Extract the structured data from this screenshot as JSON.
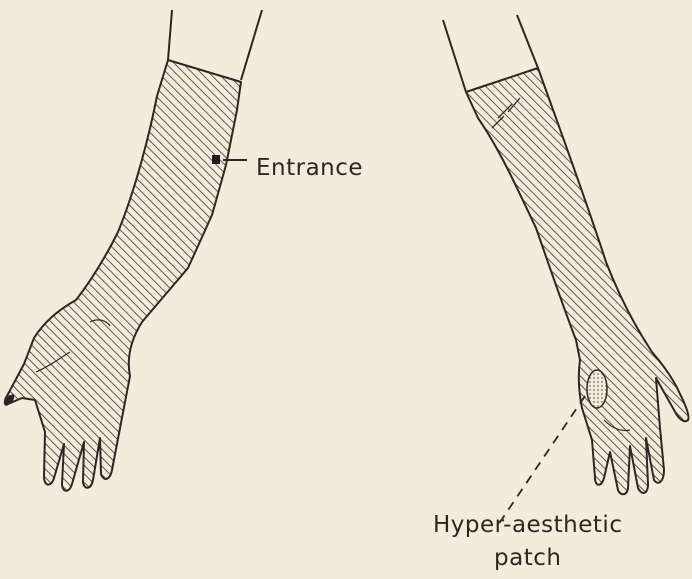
{
  "labels": {
    "entrance": "Entrance",
    "hyper_aesthetic": "Hyper-aesthetic",
    "patch": "patch"
  },
  "colors": {
    "paper": "#f1ecdc",
    "ink": "#2b2824",
    "hatch": "#3a3631"
  }
}
